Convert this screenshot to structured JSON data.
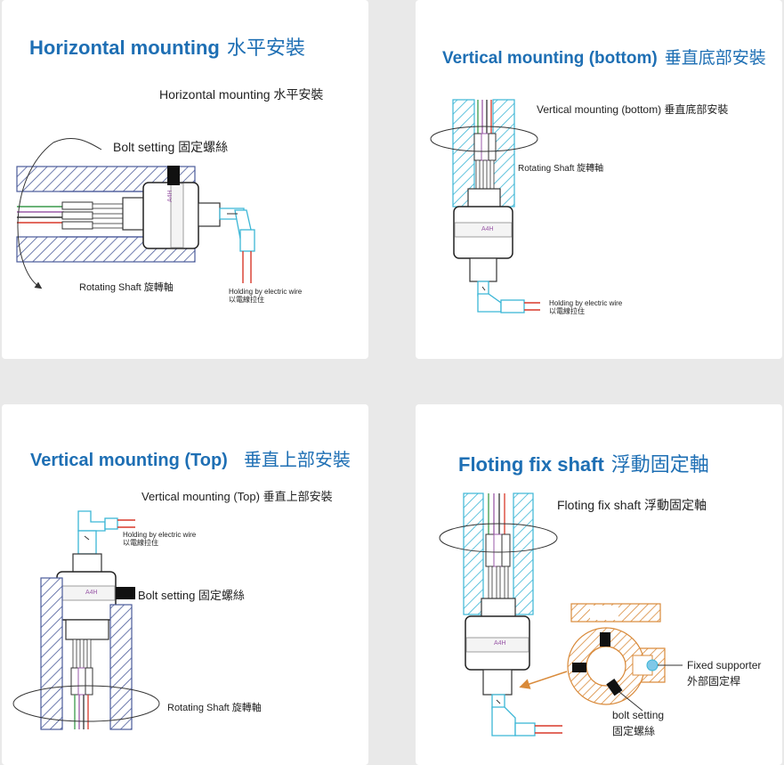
{
  "panels": {
    "horizontal": {
      "title_en": "Horizontal mounting",
      "title_cn": "水平安裝",
      "subtitle": "Horizontal mounting  水平安裝",
      "bolt_label": "Bolt setting  固定螺絲",
      "shaft_label": "Rotating Shaft  旋轉軸",
      "wire_label_en": "Holding by electric wire",
      "wire_label_cn": "以電線拉住",
      "ring_mark": "A4H"
    },
    "vertical_bottom": {
      "title_en": "Vertical mounting (bottom)",
      "title_cn": "垂直底部安裝",
      "subtitle": "Vertical mounting (bottom)  垂直底部安裝",
      "shaft_label": "Rotating Shaft  旋轉軸",
      "wire_label_en": "Holding by electric wire",
      "wire_label_cn": "以電線拉住",
      "ring_mark": "A4H"
    },
    "vertical_top": {
      "title_en": "Vertical mounting (Top)",
      "title_cn": "垂直上部安裝",
      "subtitle": "Vertical mounting (Top)  垂直上部安裝",
      "bolt_label": "Bolt setting  固定螺絲",
      "shaft_label": "Rotating Shaft  旋轉軸",
      "wire_label_en": "Holding by electric wire",
      "wire_label_cn": "以電線拉住",
      "ring_mark": "A4H"
    },
    "floating": {
      "title_en": "Floting fix shaft",
      "title_cn": "浮動固定軸",
      "subtitle": "Floting fix shaft 浮動固定軸",
      "supporter_en": "Fixed supporter",
      "supporter_cn": "外部固定桿",
      "bolt_en": "bolt setting",
      "bolt_cn": "固定螺絲",
      "ring_mark": "A4H"
    }
  },
  "colors": {
    "title": "#1e6fb4",
    "hatch_gray": "#4a5a9a",
    "hatch_cyan": "#3bb6d6",
    "hatch_orange": "#d98a3a",
    "wire_red": "#d9382a"
  }
}
